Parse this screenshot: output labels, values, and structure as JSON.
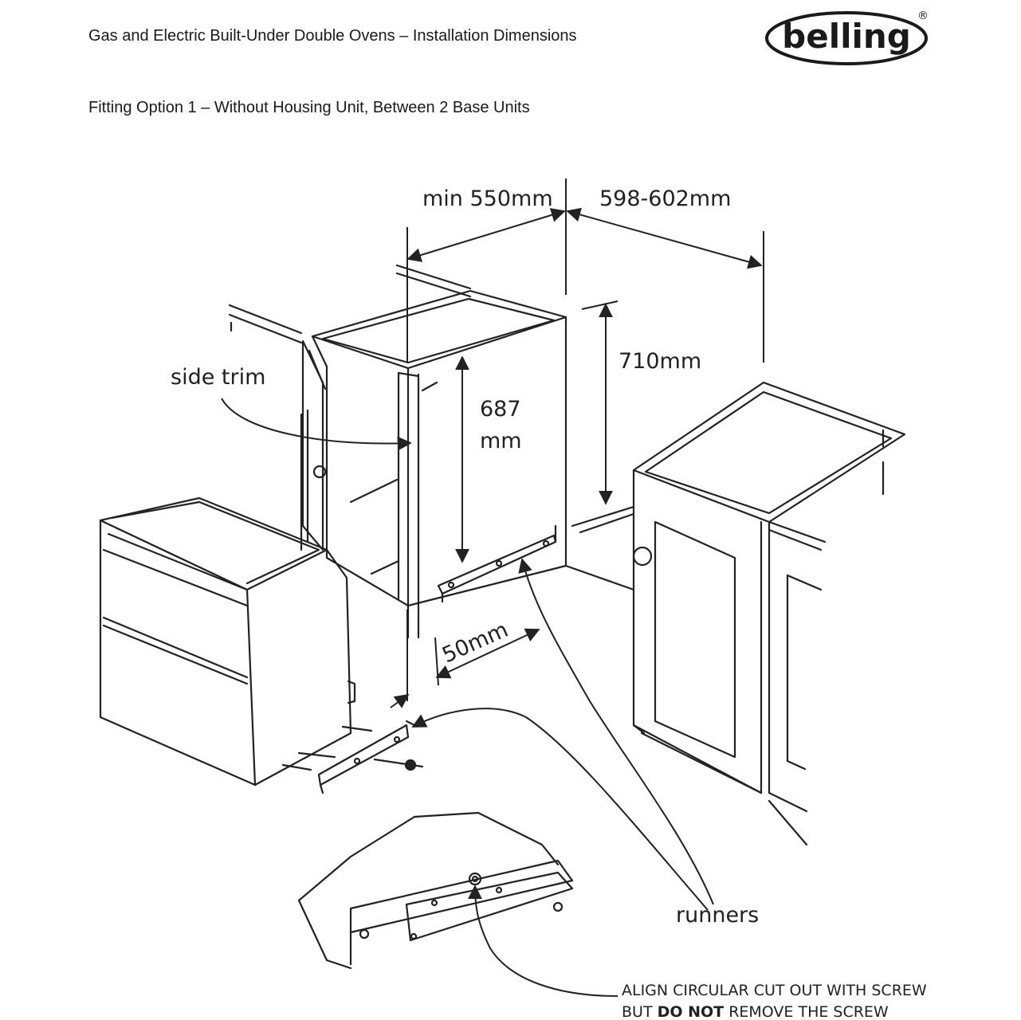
{
  "header": {
    "title": "Gas and Electric Built-Under Double Ovens – Installation Dimensions",
    "subtitle": "Fitting Option 1 – Without Housing Unit, Between 2 Base Units"
  },
  "logo": {
    "text": "belling",
    "registered": "®"
  },
  "diagram": {
    "labels": {
      "depth": "min 550mm",
      "width": "598-602mm",
      "height_outer": "710mm",
      "height_inner_value": "687",
      "height_inner_unit": "mm",
      "side_trim": "side trim",
      "setback": "50mm",
      "runners": "runners"
    },
    "caption": {
      "line1": "ALIGN CIRCULAR CUT OUT WITH SCREW",
      "line2_prefix": "BUT ",
      "line2_bold": "DO NOT",
      "line2_suffix": " REMOVE THE SCREW"
    }
  }
}
